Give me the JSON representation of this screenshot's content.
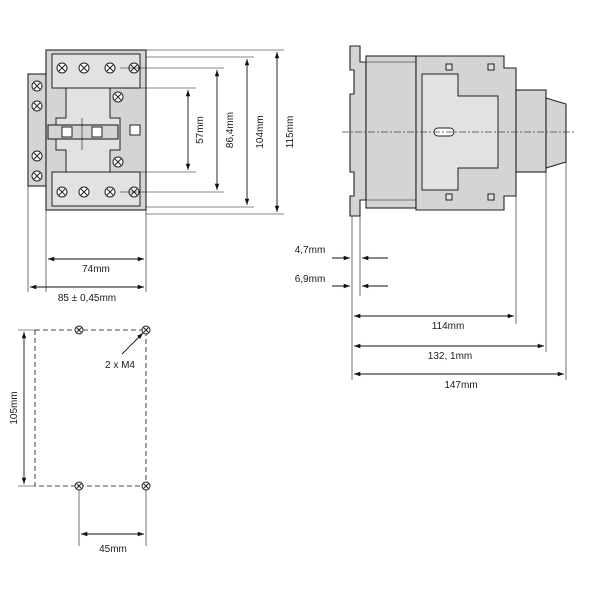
{
  "dimensions": {
    "front_width": "74mm",
    "front_overall_width": "85 ± 0,45mm",
    "hole_57": "57mm",
    "hole_86": "86,4mm",
    "height_104": "104mm",
    "height_115": "115mm",
    "side_4_7": "4,7mm",
    "side_6_9": "6,9mm",
    "depth_114": "114mm",
    "depth_132": "132, 1mm",
    "depth_147": "147mm",
    "mount_height": "105mm",
    "mount_width": "45mm",
    "mount_screws": "2 x M4"
  },
  "icons": [
    "screw-terminal-icon",
    "mounting-hole-icon",
    "release-handle-icon"
  ],
  "colors": {
    "housing": "#d4d4d4",
    "line": "#111111"
  }
}
